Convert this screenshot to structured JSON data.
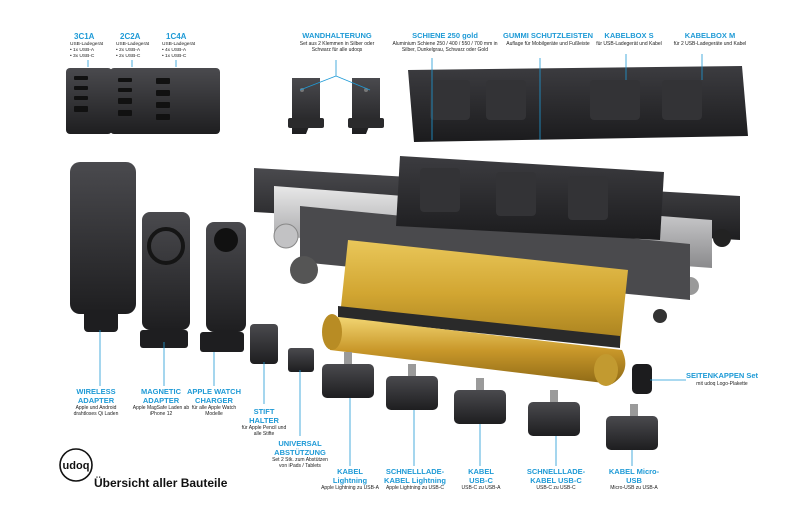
{
  "brand": {
    "logo_text": "udoq",
    "overview_title": "Übersicht aller Bauteile"
  },
  "chargers": [
    {
      "title": "3C1A",
      "lines": [
        "USB-Ladegerät",
        "• 1x USB-A",
        "• 3x USB-C"
      ]
    },
    {
      "title": "2C2A",
      "lines": [
        "USB-Ladegerät",
        "• 2x USB-A",
        "• 2x USB-C"
      ]
    },
    {
      "title": "1C4A",
      "lines": [
        "USB-Ladegerät",
        "• 4x USB-A",
        "• 1x USB-C"
      ]
    }
  ],
  "top_labels": {
    "wall": {
      "title": "WANDHALTERUNG",
      "sub": "Set aus 2 Klemmen in Silber oder Schwarz für alle udoqs"
    },
    "rail": {
      "title": "SCHIENE 250 gold",
      "sub": "Aluminium Schiene 250 / 400 / 550 / 700 mm in Silber, Dunkelgrau, Schwarz oder Gold"
    },
    "rubber": {
      "title": "GUMMI SCHUTZLEISTEN",
      "sub": "Auflage für Mobilgeräte und Fußleiste"
    },
    "box_s": {
      "title": "KABELBOX S",
      "sub": "für USB-Ladegerät und Kabel"
    },
    "box_m": {
      "title": "KABELBOX M",
      "sub": "für 2 USB-Ladegeräte und Kabel"
    }
  },
  "bottom_labels": {
    "wireless": {
      "title": "WIRELESS ADAPTER",
      "sub": "Apple und Android drahtloses Qi Laden"
    },
    "magnetic": {
      "title": "MAGNETIC ADAPTER",
      "sub": "Apple MagSafe Laden ab iPhone 12"
    },
    "watch": {
      "title": "APPLE WATCH CHARGER",
      "sub": "für alle Apple Watch Modelle"
    },
    "pen": {
      "title": "STIFT HALTER",
      "sub": "für Apple Pencil und alle Stifte"
    },
    "support": {
      "title": "UNIVERSAL ABSTÜTZUNG",
      "sub": "Set 2 Stk. zum Abstützen von iPads / Tablets"
    },
    "cable_lightning": {
      "title": "KABEL Lightning",
      "sub": "Apple Lightning zu USB-A"
    },
    "fast_lightning": {
      "title": "SCHNELLLADE-KABEL Lightning",
      "sub": "Apple Lightning zu USB-C"
    },
    "cable_usbc": {
      "title": "KABEL USB-C",
      "sub": "USB-C zu USB-A"
    },
    "fast_usbc": {
      "title": "SCHNELLLADE-KABEL USB-C",
      "sub": "USB-C zu USB-C"
    },
    "micro": {
      "title": "KABEL Micro-USB",
      "sub": "Micro-USB zu USB-A"
    },
    "caps": {
      "title": "SEITENKAPPEN Set",
      "sub": "mit udoq Logo-Plakette"
    }
  },
  "colors": {
    "accent": "#1e9ad6",
    "gold": "#d4aa35",
    "dark": "#2a2a2c"
  }
}
